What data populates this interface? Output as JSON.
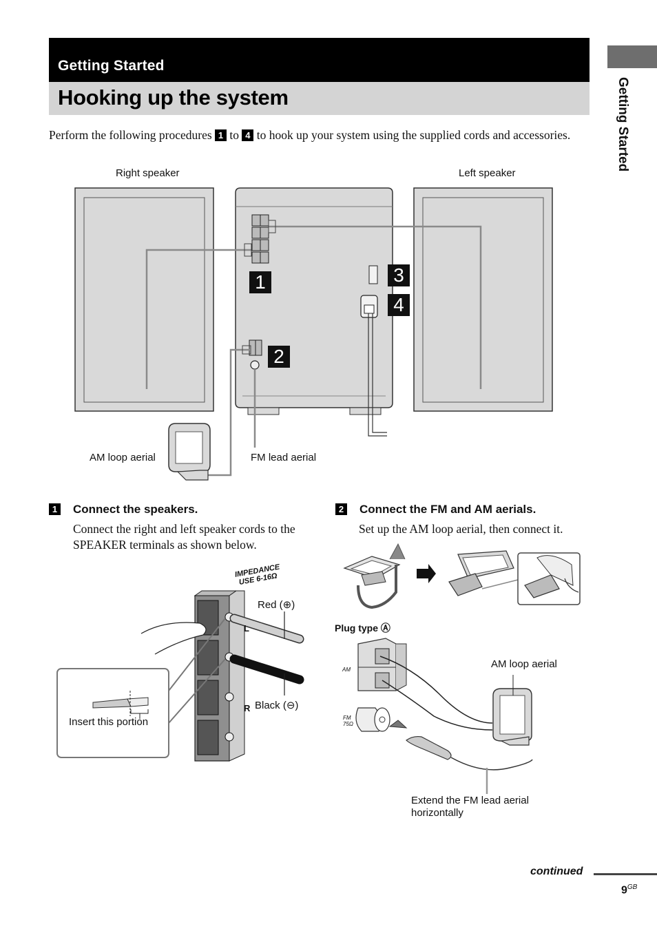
{
  "header": {
    "section": "Getting Started",
    "title": "Hooking up the system",
    "side_tab": "Getting Started"
  },
  "intro": {
    "before": "Perform the following procedures",
    "num_from": "1",
    "to_word": "to",
    "num_to": "4",
    "after": "to hook up your system using the supplied cords and accessories."
  },
  "diagram": {
    "right_speaker": "Right speaker",
    "left_speaker": "Left speaker",
    "am_loop_aerial": "AM loop aerial",
    "fm_lead_aerial": "FM lead aerial",
    "markers": [
      "1",
      "2",
      "3",
      "4"
    ]
  },
  "step1": {
    "num": "1",
    "heading": "Connect the speakers.",
    "body": "Connect the right and left speaker cords to the SPEAKER terminals as shown below.",
    "impedance_line1": "IMPEDANCE",
    "impedance_line2": "USE 6-16Ω",
    "red": "Red (⊕)",
    "black": "Black (⊖)",
    "insert": "Insert this portion",
    "terminal_l": "L",
    "terminal_r": "R"
  },
  "step2": {
    "num": "2",
    "heading": "Connect the FM and AM aerials.",
    "body": "Set up the AM loop aerial, then connect it.",
    "plug_type": "Plug type Ⓐ",
    "am_loop_aerial": "AM loop aerial",
    "am_jack": "AM",
    "fm_jack_line1": "FM",
    "fm_jack_line2": "75Ω",
    "extend_line1": "Extend the FM lead aerial",
    "extend_line2": "horizontally"
  },
  "footer": {
    "continued": "continued",
    "page_num": "9",
    "page_suffix": "GB"
  }
}
